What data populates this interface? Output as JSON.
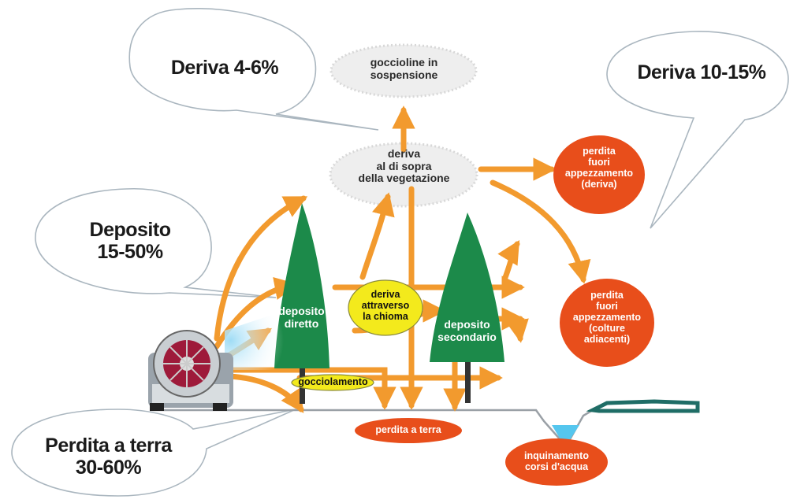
{
  "colors": {
    "arrow": "#f29a2e",
    "tree": "#1c8a4a",
    "loss_ellipse": "#e84e1b",
    "canopy_ellipse": "#f3ea1c",
    "water": "#55c6ee",
    "crop_edge": "#1f6d66",
    "sprayer_body": "#9e1a3a",
    "spray": "#bfe8f8"
  },
  "callouts": {
    "deriva_4_6": "Deriva 4-6%",
    "deriva_10_15": "Deriva 10-15%",
    "deposito": "Deposito\n15-50%",
    "perdita_terra": "Perdita a terra\n30-60%"
  },
  "clouds": {
    "sospensione": "goccioline in\nsospensione",
    "sopra_vegetazione": "deriva\nal di sopra\ndella vegetazione"
  },
  "trees": {
    "left": "deposito\ndiretto",
    "right": "deposito\nsecondario"
  },
  "yellow_labels": {
    "chioma": "deriva\nattraverso\nla chioma",
    "gocciolamento": "gocciolamento"
  },
  "red_labels": {
    "fuori_deriva": "perdita\nfuori\nappezzamento\n(deriva)",
    "fuori_colture": "perdita\nfuori\nappezzamento\n(colture\nadiacenti)",
    "perdita_terra": "perdita a terra",
    "inquinamento": "inquinamento\ncorsi d'acqua"
  }
}
